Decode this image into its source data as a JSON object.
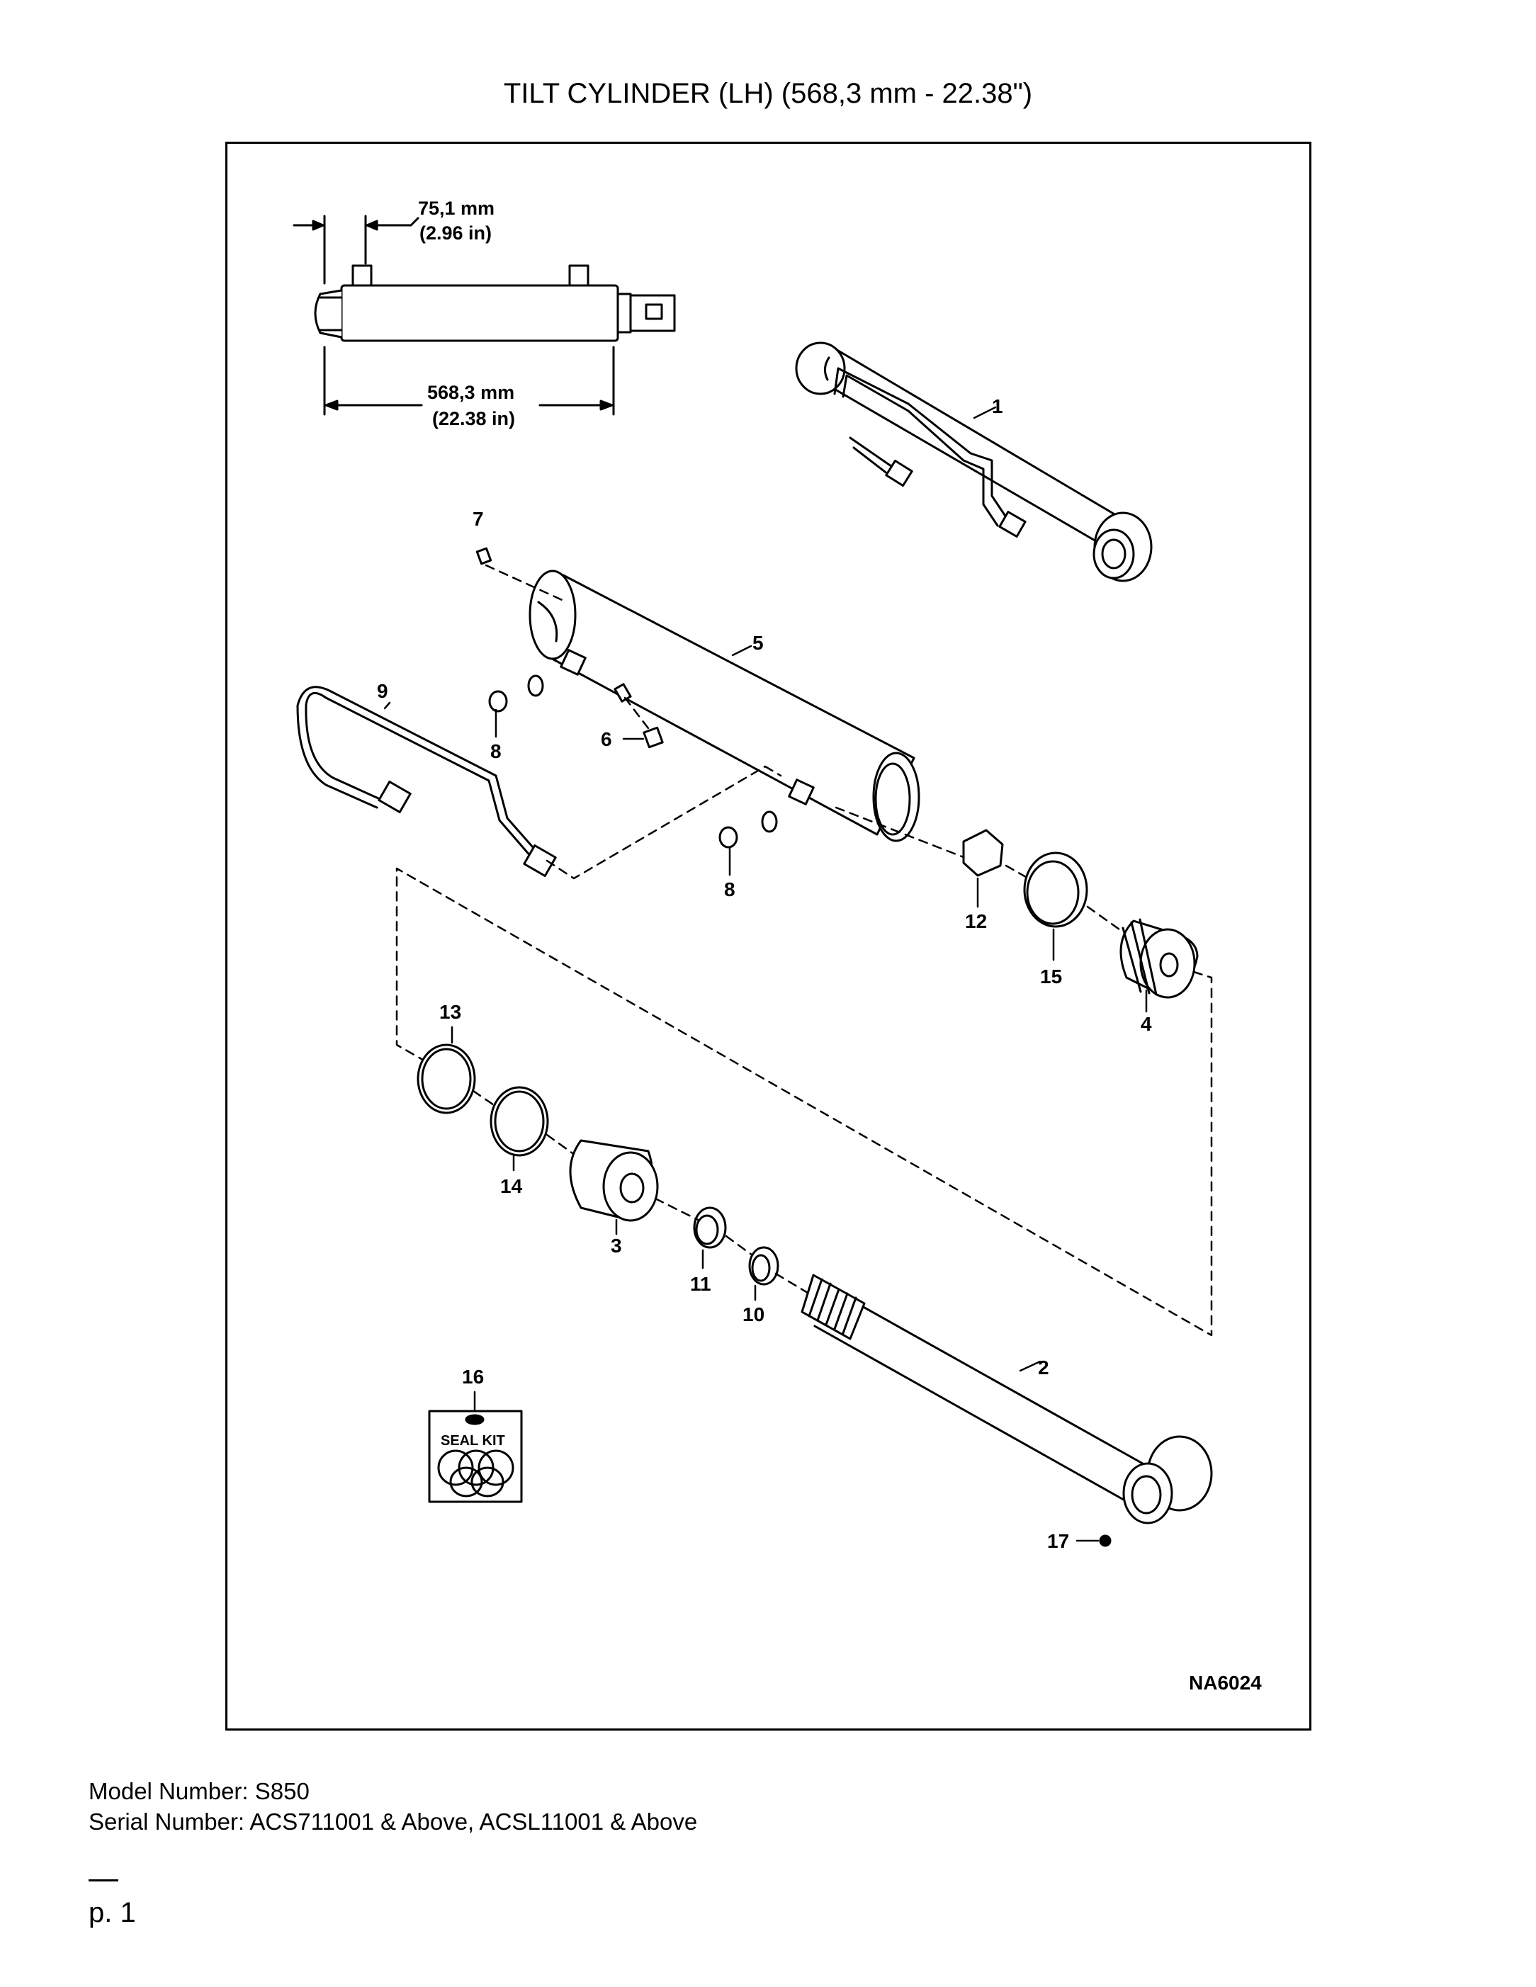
{
  "title": "TILT CYLINDER (LH) (568,3 mm - 22.38\")",
  "diagram": {
    "drawing_number": "NA6024",
    "dimensions": {
      "port_offset_mm": "75,1 mm",
      "port_offset_in": "(2.96 in)",
      "length_mm": "568,3 mm",
      "length_in": "(22.38 in)"
    },
    "callouts": [
      "1",
      "2",
      "3",
      "4",
      "5",
      "6",
      "7",
      "8",
      "8",
      "9",
      "10",
      "11",
      "12",
      "13",
      "14",
      "15",
      "16",
      "17"
    ],
    "seal_kit_label": "SEAL KIT"
  },
  "footer": {
    "model": "Model Number: S850",
    "serial": "Serial Number: ACS711001 & Above, ACSL11001 & Above",
    "page": "p. 1"
  }
}
